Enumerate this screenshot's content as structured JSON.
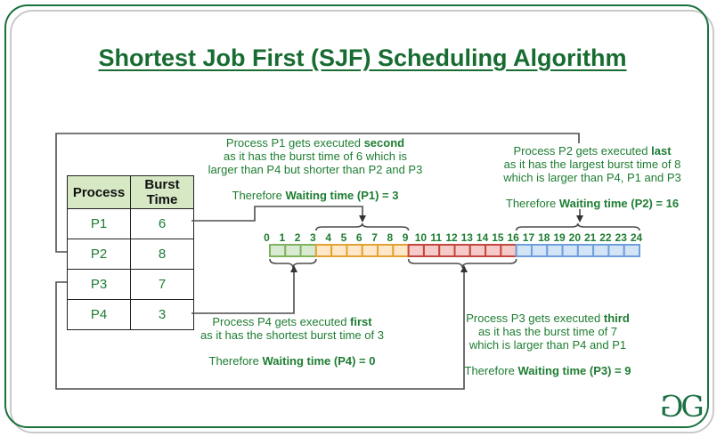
{
  "title": "Shortest Job First (SJF) Scheduling Algorithm",
  "brand": {
    "logo_name": "geeksforgeeks-monogram",
    "logo_letter_left": "G",
    "logo_letter_right": "G",
    "green": "#1d7044"
  },
  "colors": {
    "frame_green": "#17713a",
    "title_green": "#186c32",
    "text_green": "#1e7d32",
    "table_header_bg": "#d6e8c4",
    "connector_gray": "#4d4d4d"
  },
  "table": {
    "headers": [
      "Process",
      "Burst Time"
    ],
    "rows": [
      {
        "process": "P1",
        "burst": "6"
      },
      {
        "process": "P2",
        "burst": "8"
      },
      {
        "process": "P3",
        "burst": "7"
      },
      {
        "process": "P4",
        "burst": "3"
      }
    ]
  },
  "annotations": {
    "p1": {
      "line1_pre": "Process P1 gets executed ",
      "line1_bold": "second",
      "line2": "as it has the burst time of 6 which is",
      "line3": "larger than P4 but shorter than P2 and P3",
      "therefore_pre": "Therefore ",
      "therefore_bold": "Waiting time (P1) = 3"
    },
    "p2": {
      "line1_pre": "Process P2 gets executed ",
      "line1_bold": "last",
      "line2": "as it has the largest burst time of 8",
      "line3": "which is larger than P4, P1 and P3",
      "therefore_pre": "Therefore ",
      "therefore_bold": "Waiting time (P2) = 16"
    },
    "p3": {
      "line1_pre": "Process P3 gets executed ",
      "line1_bold": "third",
      "line2": "as it has the burst time of 7",
      "line3": "which is larger than P4 and P1",
      "therefore_pre": "Therefore ",
      "therefore_bold": "Waiting time (P3) = 9"
    },
    "p4": {
      "line1_pre": "Process P4 gets executed ",
      "line1_bold": "first",
      "line2": "as it has the shortest burst time of 3",
      "therefore_pre": "Therefore ",
      "therefore_bold": "Waiting time (P4) = 0"
    }
  },
  "timeline": {
    "ticks": [
      "0",
      "1",
      "2",
      "3",
      "4",
      "5",
      "6",
      "7",
      "8",
      "9",
      "10",
      "11",
      "12",
      "13",
      "14",
      "15",
      "16",
      "17",
      "18",
      "19",
      "20",
      "21",
      "22",
      "23",
      "24"
    ],
    "segments": [
      {
        "process": "P4",
        "start": 0,
        "end": 3,
        "fill": "#d9ead3",
        "stroke": "#80b35e"
      },
      {
        "process": "P1",
        "start": 3,
        "end": 9,
        "fill": "#ffe8c9",
        "stroke": "#e2a233"
      },
      {
        "process": "P3",
        "start": 9,
        "end": 16,
        "fill": "#f6cac8",
        "stroke": "#c2473d"
      },
      {
        "process": "P2",
        "start": 16,
        "end": 24,
        "fill": "#d4e4f7",
        "stroke": "#6f9fd8"
      }
    ]
  }
}
